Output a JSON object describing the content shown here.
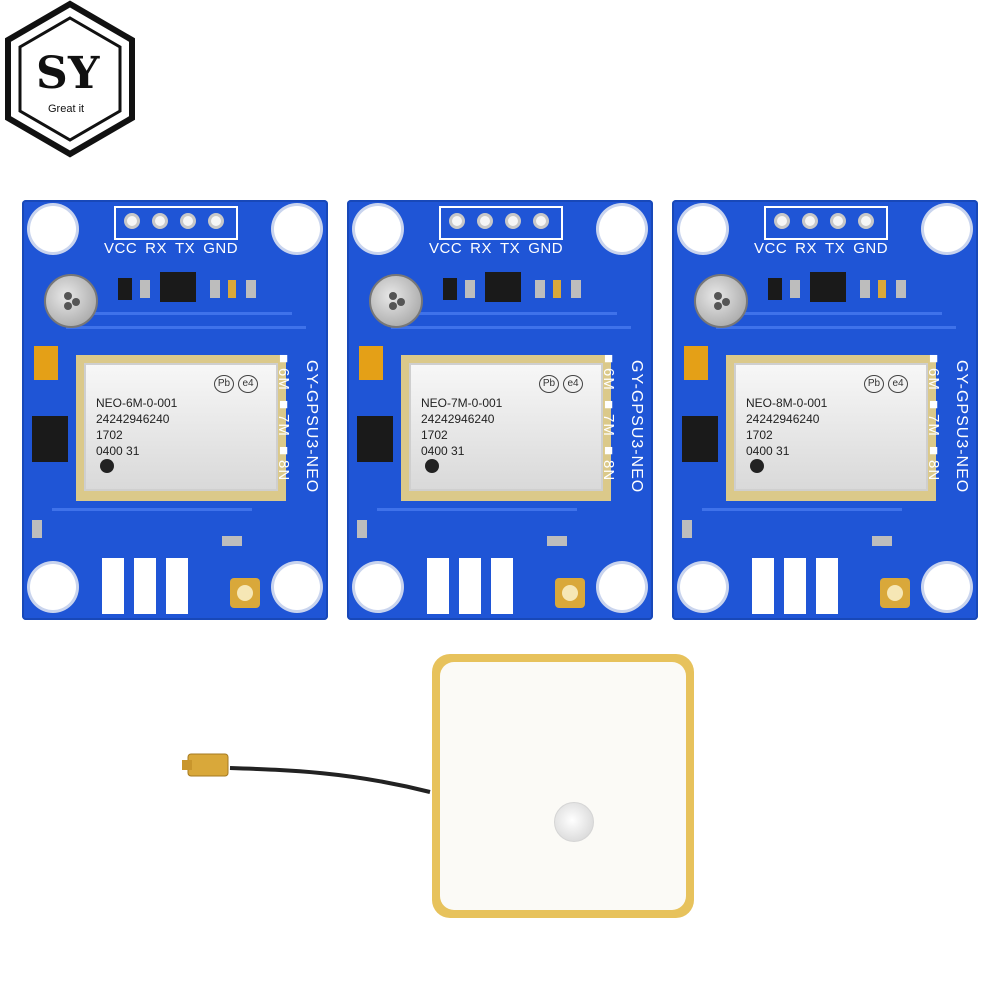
{
  "logo": {
    "letters": "SY",
    "tagline": "Great it"
  },
  "boards": [
    {
      "pins": [
        "VCC",
        "RX",
        "TX",
        "GND"
      ],
      "module_text": [
        "NEO-6M-0-001",
        "24242946240",
        "1702",
        "0400  31"
      ],
      "side_label": "GY-GPSU3-NEO",
      "variant_label": "■6M ■7M ■8N"
    },
    {
      "pins": [
        "VCC",
        "RX",
        "TX",
        "GND"
      ],
      "module_text": [
        "NEO-7M-0-001",
        "24242946240",
        "1702",
        "0400  31"
      ],
      "side_label": "GY-GPSU3-NEO",
      "variant_label": "■6M ■7M ■8N"
    },
    {
      "pins": [
        "VCC",
        "RX",
        "TX",
        "GND"
      ],
      "module_text": [
        "NEO-8M-0-001",
        "24242946240",
        "1702",
        "0400  31"
      ],
      "side_label": "GY-GPSU3-NEO",
      "variant_label": "■6M ■7M ■8N"
    }
  ],
  "colors": {
    "pcb": "#1f55d6",
    "antenna_border": "#e7c25c",
    "gold": "#d9a83a"
  },
  "icons": {
    "logo": "sy-hexagon-logo",
    "mark_pb": "pb-free-icon",
    "mark_e4": "e4-mark-icon"
  }
}
